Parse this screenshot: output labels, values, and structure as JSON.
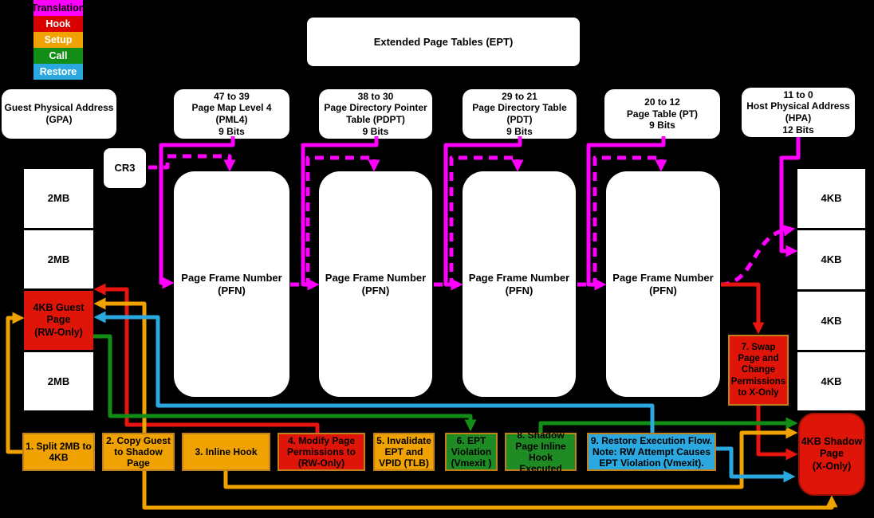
{
  "legend": {
    "items": [
      {
        "label": "Translation",
        "color": "#FF00FF"
      },
      {
        "label": "Hook",
        "color": "#DB0000"
      },
      {
        "label": "Setup",
        "color": "#F0A202"
      },
      {
        "label": "Call",
        "color": "#128D15"
      },
      {
        "label": "Restore",
        "color": "#2CA8E0"
      }
    ]
  },
  "colors": {
    "translation": "#FF00FF",
    "hook": "#DB0000",
    "setup": "#F0A202",
    "call": "#128D15",
    "restore": "#2CA8E0",
    "box_red": "#DE1508",
    "box_green": "#1F8B24",
    "box_blue": "#2CA8E0",
    "box_orange": "#F0A202",
    "white_box": "#FFFFFF",
    "background": "#000000"
  },
  "ept_title": "Extended Page Tables (EPT)",
  "address_fields": {
    "gpa": "Guest Physical Address\n(GPA)",
    "pml4": "47 to 39\nPage Map Level 4\n(PML4)\n9 Bits",
    "pdpt": "38 to 30\nPage Directory Pointer\nTable (PDPT)\n9 Bits",
    "pdt": "29 to 21\nPage Directory Table\n(PDT)\n9 Bits",
    "pt": "20 to 12\nPage Table (PT)\n9 Bits",
    "hpa": "11 to 0\nHost Physical Address\n(HPA)\n12 Bits"
  },
  "cr3_label": "CR3",
  "pfn_label": "Page Frame Number\n(PFN)",
  "guest_memory": {
    "block1": "2MB",
    "block2": "2MB",
    "guest_page": "4KB Guest\nPage\n(RW-Only)",
    "block4": "2MB"
  },
  "host_memory": {
    "block1": "4KB",
    "block2": "4KB",
    "block3": "4KB",
    "block4": "4KB"
  },
  "swap_box": "7. Swap\nPage and\nChange\nPermissions\nto X-Only",
  "shadow_page": "4KB Shadow\nPage\n(X-Only)",
  "steps": [
    {
      "label": "1. Split 2MB to\n4KB",
      "type": "setup"
    },
    {
      "label": "2. Copy Guest\nto Shadow\nPage",
      "type": "setup"
    },
    {
      "label": "3. Inline Hook",
      "type": "setup"
    },
    {
      "label": "4. Modify Page\nPermissions to\n(RW-Only)",
      "type": "hook"
    },
    {
      "label": "5. Invalidate\nEPT and\nVPID (TLB)",
      "type": "setup"
    },
    {
      "label": "6. EPT\nViolation\n(Vmexit )",
      "type": "call"
    },
    {
      "label": "8. Shadow\nPage Inline\nHook Executed",
      "type": "call"
    },
    {
      "label": "9. Restore Execution Flow.\nNote: RW Attempt Causes\nEPT Violation (Vmexit).",
      "type": "restore"
    }
  ]
}
